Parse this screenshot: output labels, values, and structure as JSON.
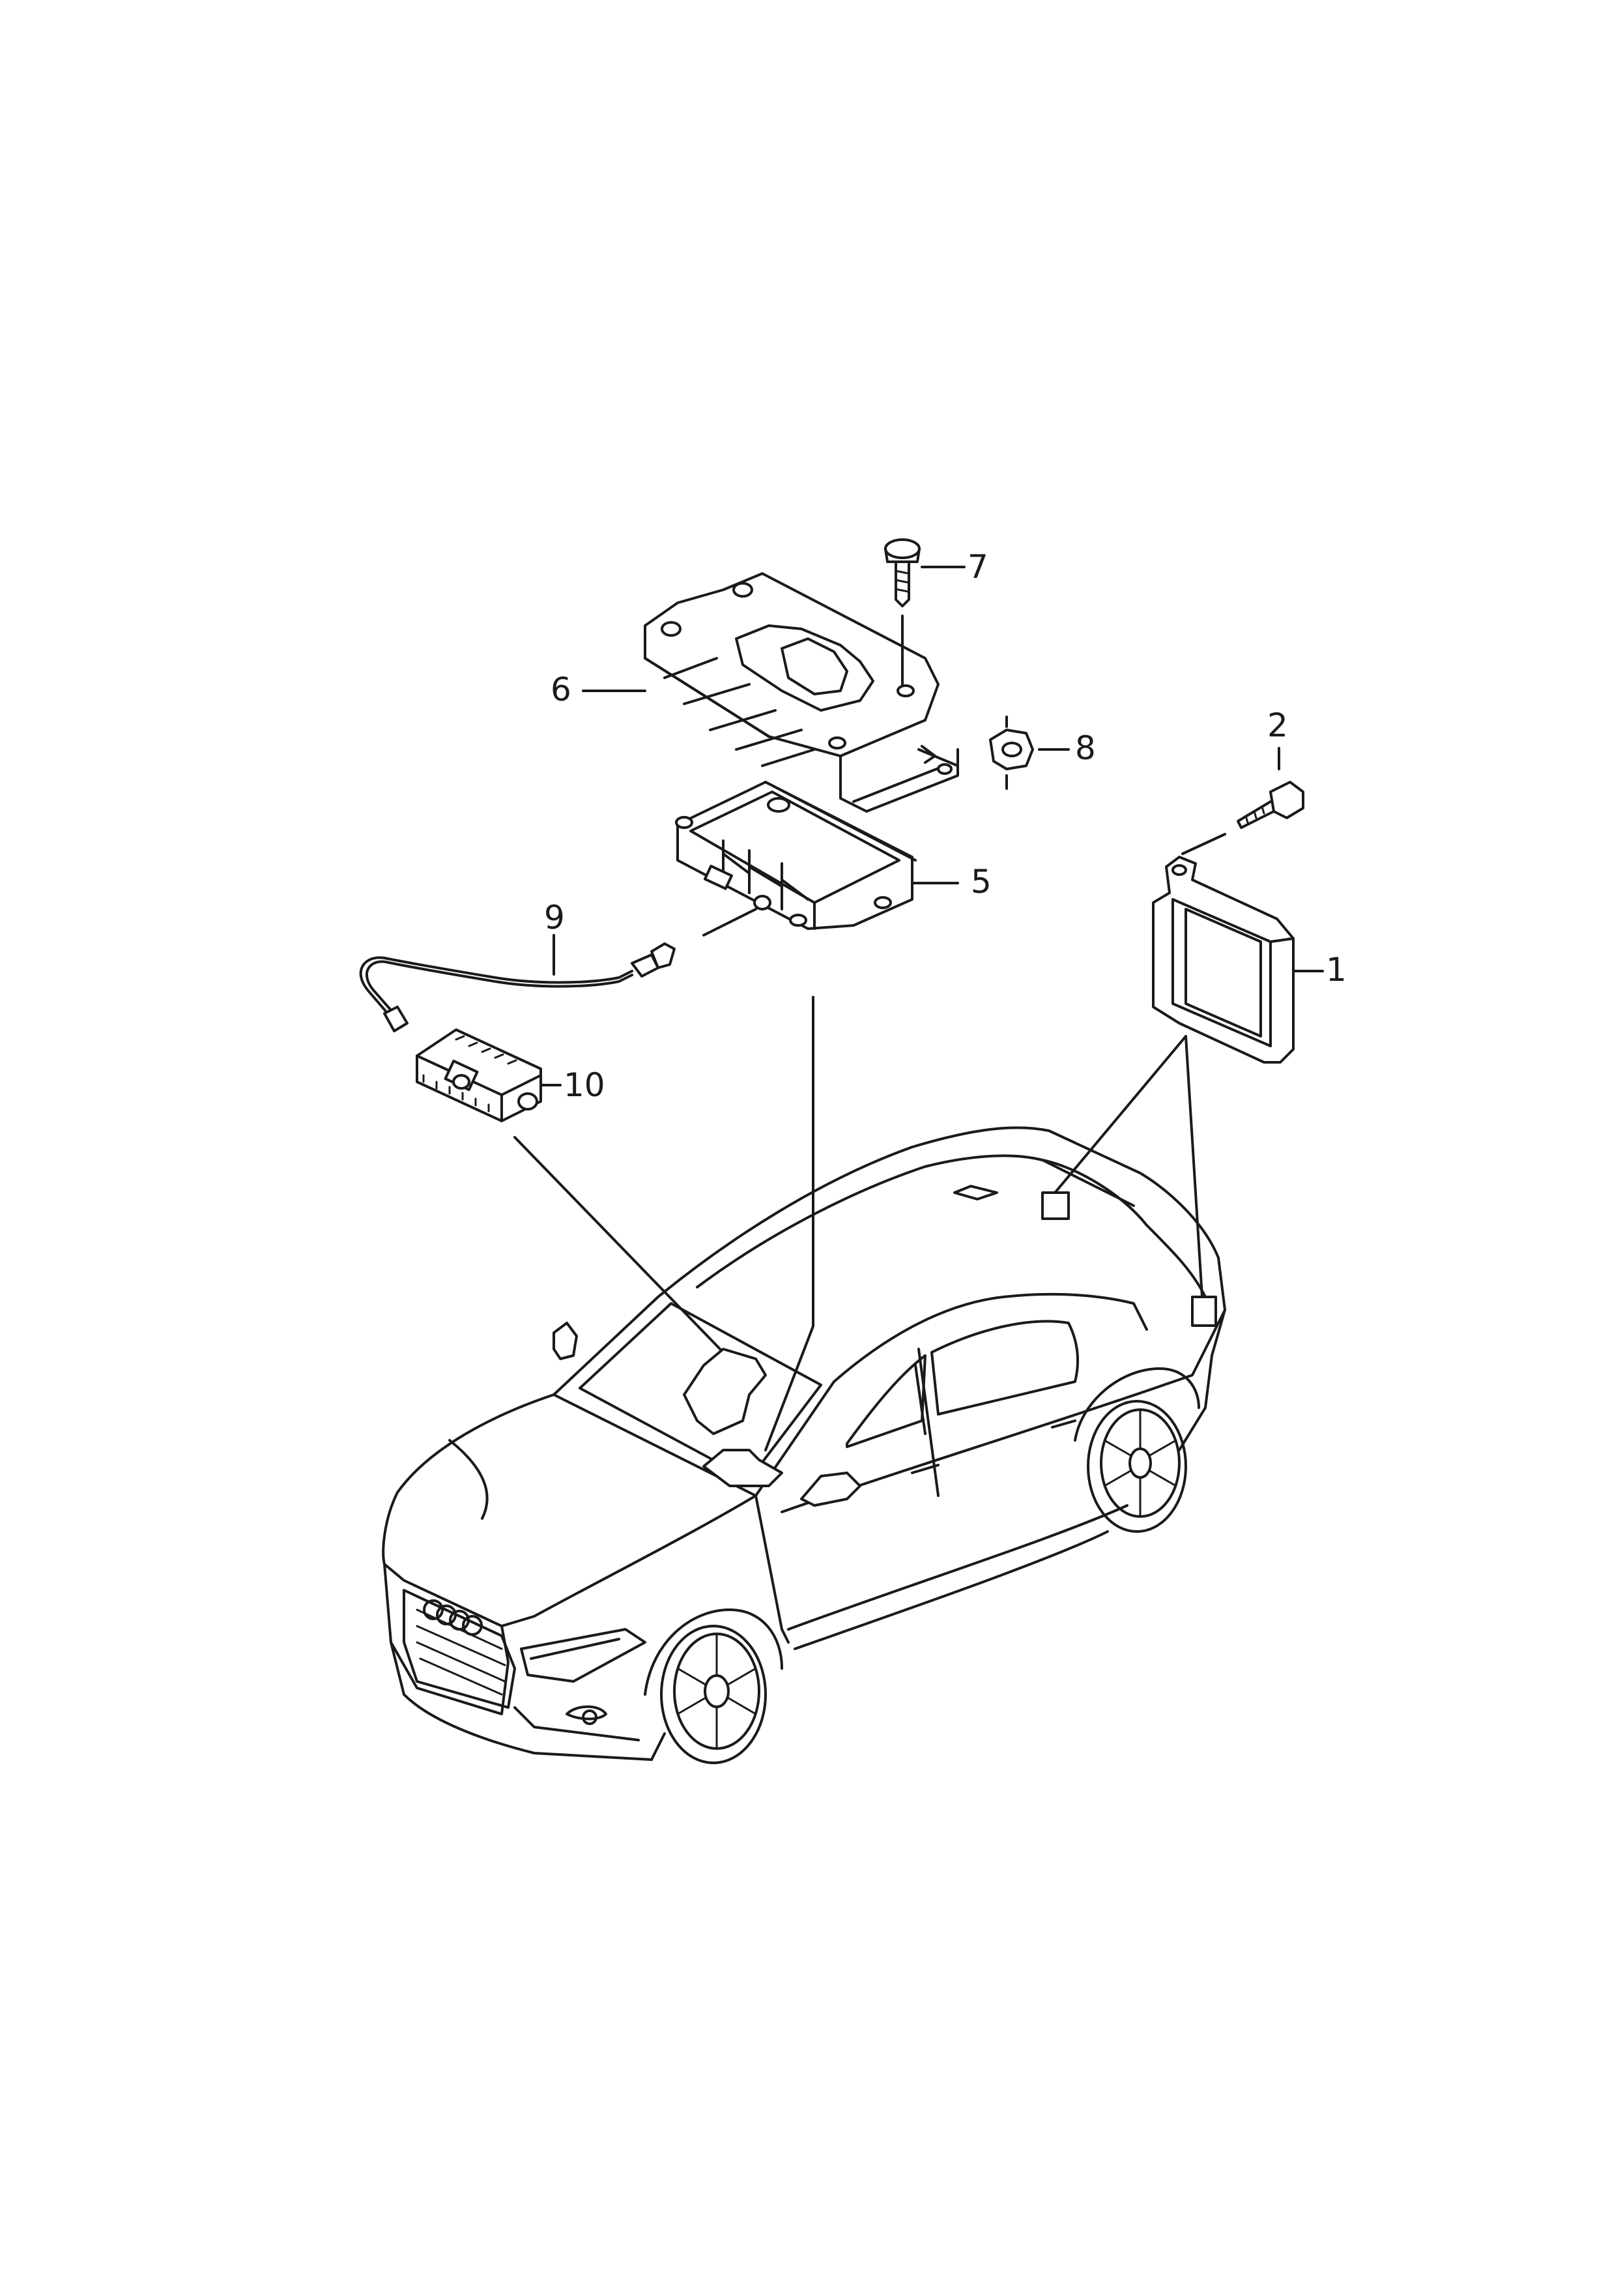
{
  "callouts": [
    {
      "id": "part-1",
      "label": "1"
    },
    {
      "id": "part-2",
      "label": "2"
    },
    {
      "id": "part-5",
      "label": "5"
    },
    {
      "id": "part-6",
      "label": "6"
    },
    {
      "id": "part-7",
      "label": "7"
    },
    {
      "id": "part-8",
      "label": "8"
    },
    {
      "id": "part-9",
      "label": "9"
    },
    {
      "id": "part-10",
      "label": "10"
    }
  ]
}
